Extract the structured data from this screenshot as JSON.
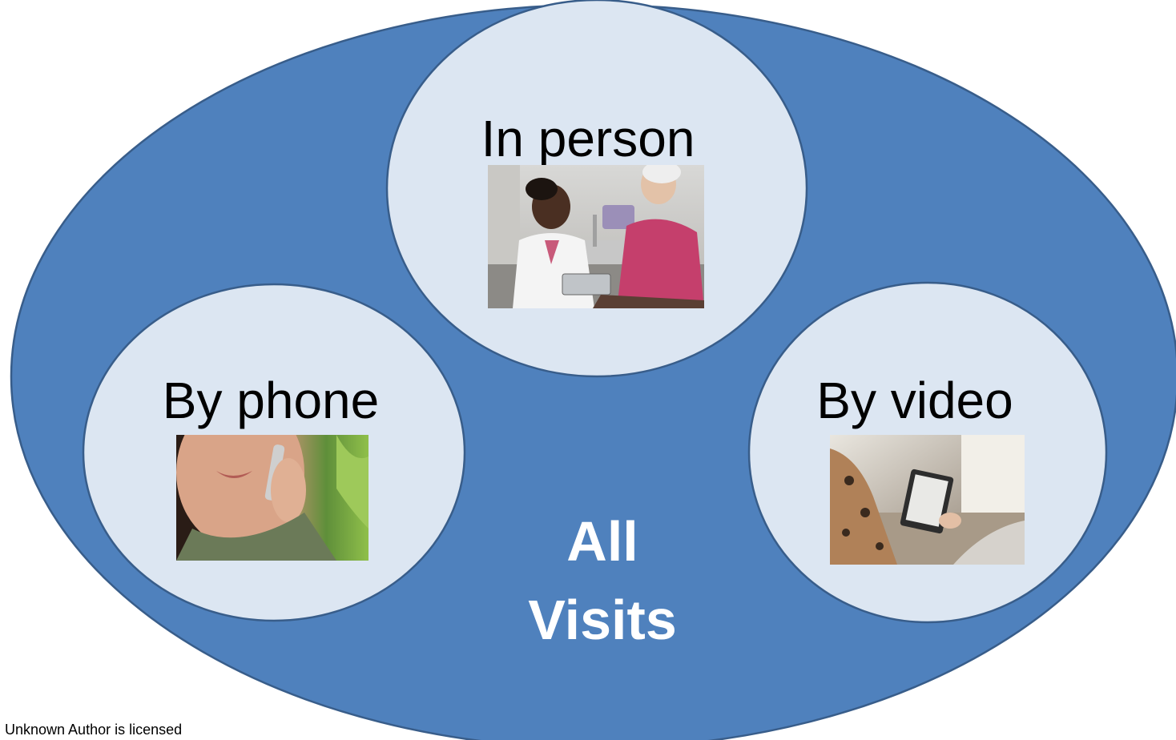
{
  "diagram": {
    "outer_label_line1": "All",
    "outer_label_line2": "Visits",
    "circles": {
      "top": {
        "label": "In person",
        "photo": "doctor-patient-tablet-photo"
      },
      "left": {
        "label": "By phone",
        "photo": "woman-on-phone-photo"
      },
      "right": {
        "label": "By video",
        "photo": "person-with-tablet-photo"
      }
    },
    "credit": "Unknown Author is licensed"
  },
  "colors": {
    "outer_fill": "#4f81bd",
    "outer_stroke": "#385d8a",
    "inner_fill": "#dce6f2",
    "inner_stroke": "#385d8a",
    "outer_text": "#ffffff",
    "inner_text": "#000000"
  }
}
